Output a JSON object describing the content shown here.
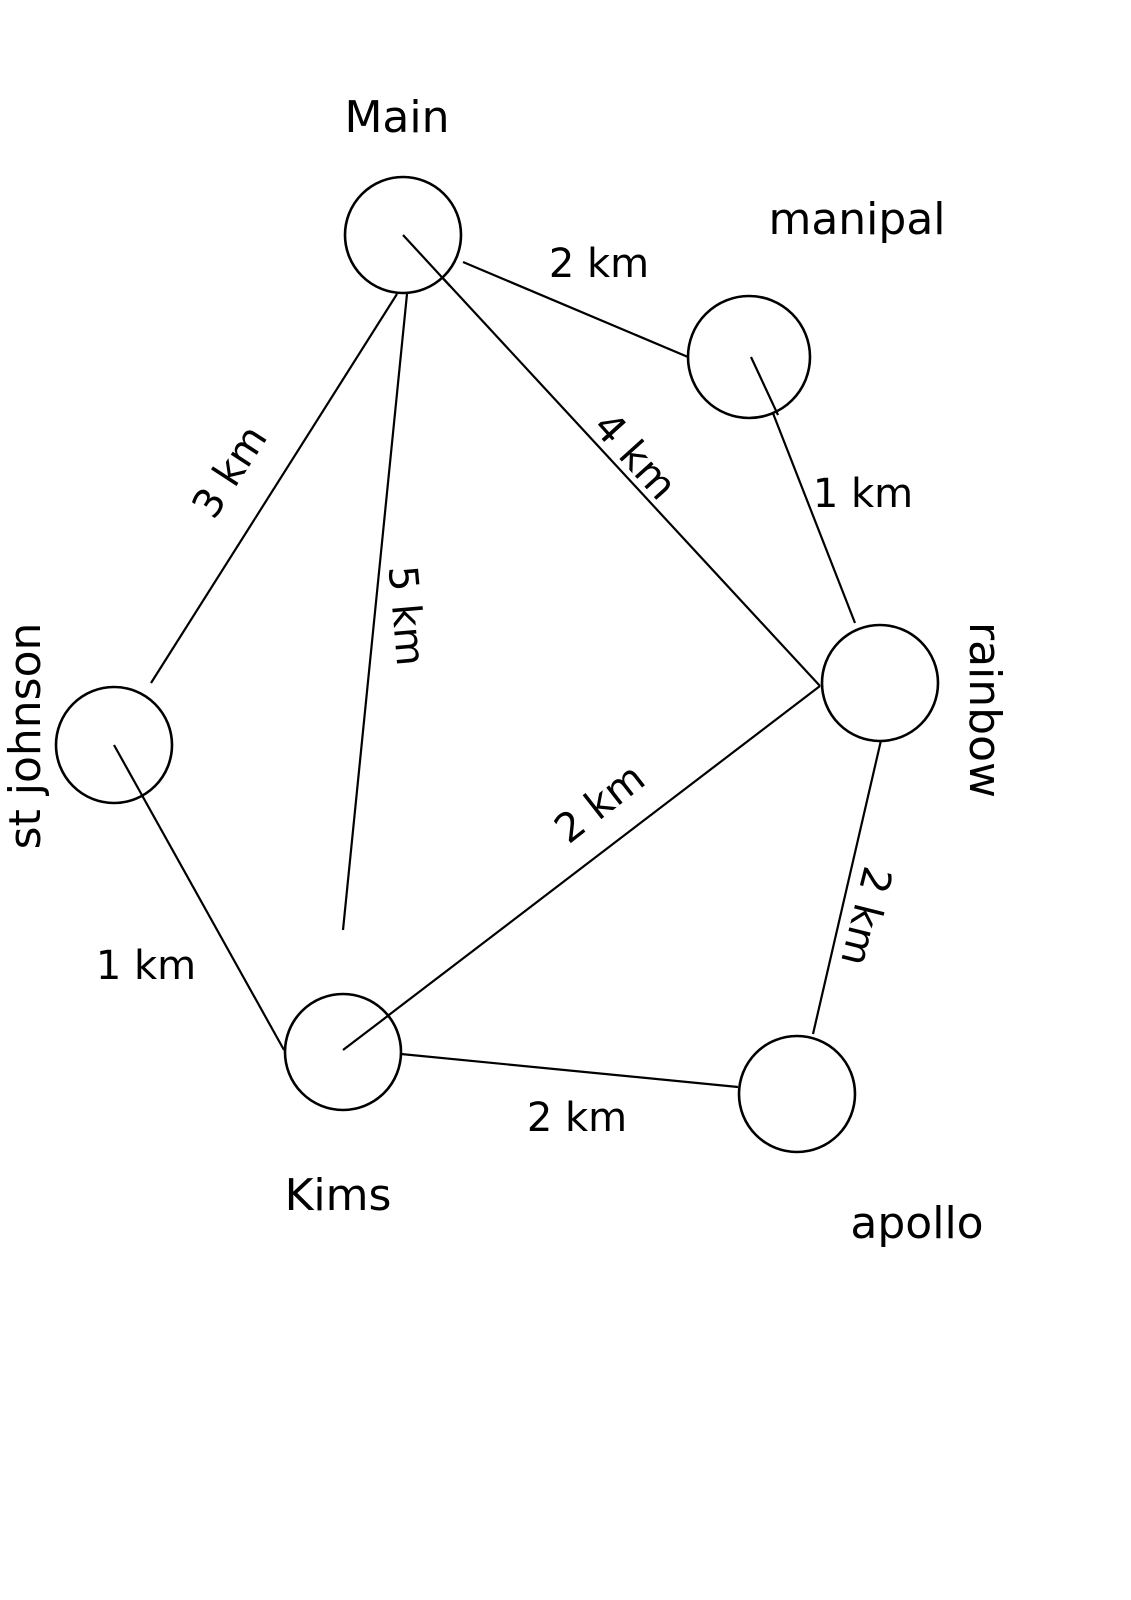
{
  "nodes": [
    {
      "id": "main",
      "label": "Main"
    },
    {
      "id": "manipal",
      "label": "manipal"
    },
    {
      "id": "st-johnson",
      "label": "st johnson"
    },
    {
      "id": "rainbow",
      "label": "rainbow"
    },
    {
      "id": "kims",
      "label": "Kims"
    },
    {
      "id": "apollo",
      "label": "apollo"
    }
  ],
  "edges": [
    {
      "id": "main-manipal",
      "from": "Main",
      "to": "manipal",
      "label": "2 km"
    },
    {
      "id": "main-st-johnson",
      "from": "Main",
      "to": "st johnson",
      "label": "3 km"
    },
    {
      "id": "main-kims",
      "from": "Main",
      "to": "Kims",
      "label": "5 km"
    },
    {
      "id": "main-rainbow",
      "from": "Main",
      "to": "rainbow",
      "label": "4 km"
    },
    {
      "id": "manipal-rainbow",
      "from": "manipal",
      "to": "rainbow",
      "label": "1 km"
    },
    {
      "id": "st-johnson-kims",
      "from": "st johnson",
      "to": "Kims",
      "label": "1 km"
    },
    {
      "id": "kims-rainbow",
      "from": "Kims",
      "to": "rainbow",
      "label": "2 km"
    },
    {
      "id": "rainbow-apollo",
      "from": "rainbow",
      "to": "apollo",
      "label": "2 km"
    },
    {
      "id": "kims-apollo",
      "from": "Kims",
      "to": "apollo",
      "label": "2 km"
    }
  ],
  "colors": {
    "line": "#000000",
    "background": "#ffffff"
  }
}
